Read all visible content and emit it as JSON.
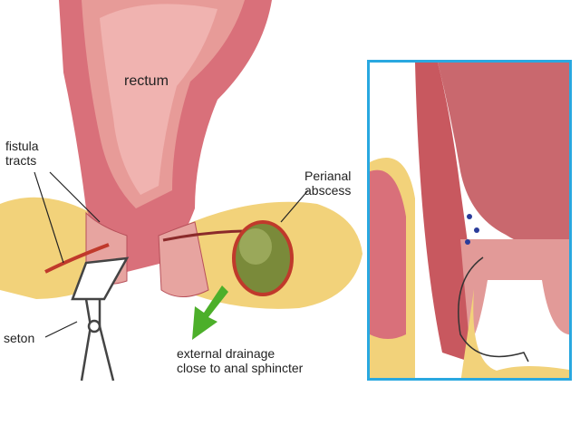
{
  "labels": {
    "rectum": "rectum",
    "fistula_tracts": [
      "fistula",
      "tracts"
    ],
    "perianal_abscess": [
      "Perianal",
      "abscess"
    ],
    "seton": "seton",
    "drainage": [
      "external drainage",
      "close to anal sphincter"
    ]
  },
  "colors": {
    "tissue": "#d9707a",
    "tissue_light": "#f0b3b0",
    "fat": "#f2d27a",
    "abscess": "#7a8a3a",
    "arrow": "#4caf2a",
    "inset_border": "#29a8e0"
  }
}
